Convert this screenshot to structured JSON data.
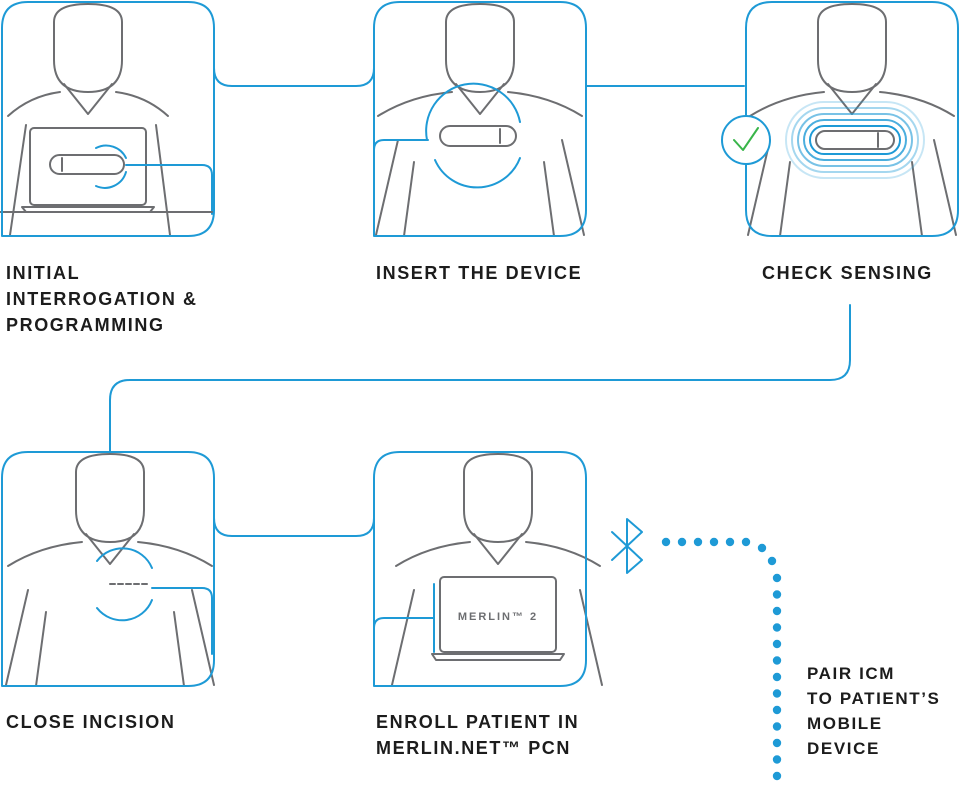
{
  "colors": {
    "accent": "#1e9ad6",
    "line": "#6d6e71",
    "text": "#1c1c1c",
    "check": "#39b54a"
  },
  "steps": [
    {
      "id": "initial",
      "label_lines": [
        "INITIAL",
        "INTERROGATION &",
        "PROGRAMMING"
      ],
      "icon": "laptop-device-icon"
    },
    {
      "id": "insert",
      "label_lines": [
        "INSERT THE DEVICE"
      ],
      "icon": "insert-device-icon"
    },
    {
      "id": "sensing",
      "label_lines": [
        "CHECK SENSING"
      ],
      "icon": "sensing-waves-icon"
    },
    {
      "id": "close",
      "label_lines": [
        "CLOSE INCISION"
      ],
      "icon": "incision-icon"
    },
    {
      "id": "enroll",
      "label_lines": [
        "ENROLL PATIENT IN",
        "MERLIN.NET™ PCN"
      ],
      "icon": "merlin-laptop-icon"
    },
    {
      "id": "pair",
      "label_lines": [
        "PAIR ICM",
        "TO PATIENT’S",
        "MOBILE",
        "DEVICE"
      ],
      "icon": "bluetooth-icon"
    }
  ],
  "laptop_brand": "MERLIN™ 2"
}
